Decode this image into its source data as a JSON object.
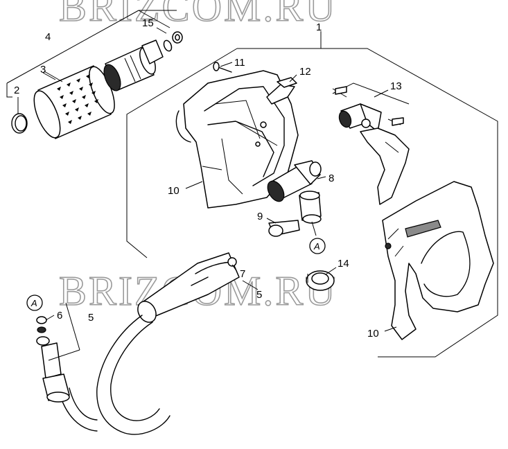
{
  "watermark": "BRIZCOM.RU",
  "callouts": {
    "c1": "1",
    "c2": "2",
    "c3": "3",
    "c4": "4",
    "c5a": "5",
    "c5b": "5",
    "c6": "6",
    "c7": "7",
    "c8": "8",
    "c9": "9",
    "c10a": "10",
    "c10b": "10",
    "c11": "11",
    "c12": "12",
    "c13": "13",
    "c14": "14",
    "c15": "15"
  },
  "reference_mark": "A"
}
